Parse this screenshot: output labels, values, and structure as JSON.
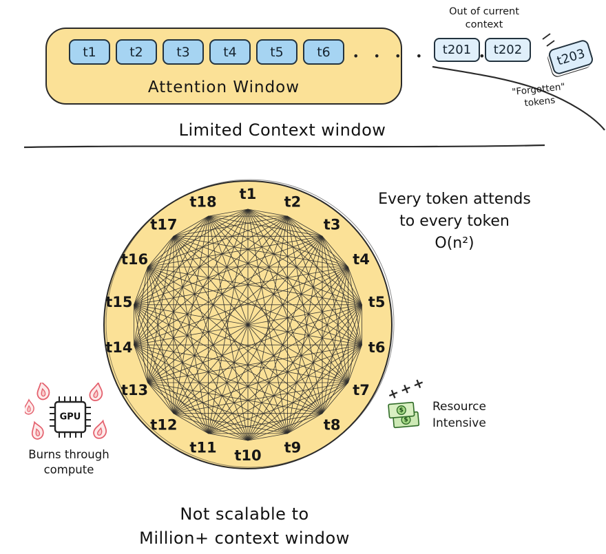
{
  "top": {
    "window_label": "Attention Window",
    "tokens": [
      "t1",
      "t2",
      "t3",
      "t4",
      "t5",
      "t6"
    ],
    "dots": "• • • • • • •",
    "out_of_context_label": "Out of current\ncontext",
    "out_tokens": [
      "t201",
      "t202"
    ],
    "forgotten_token": "t203",
    "forgotten_label": "\"Forgotten\"\ntokens",
    "caption": "Limited Context window"
  },
  "graph": {
    "tokens": [
      "t1",
      "t2",
      "t3",
      "t4",
      "t5",
      "t6",
      "t7",
      "t8",
      "t9",
      "t10",
      "t11",
      "t12",
      "t13",
      "t14",
      "t15",
      "t16",
      "t17",
      "t18"
    ],
    "note": "Every token attends\nto every token\nO(n²)"
  },
  "annotations": {
    "gpu_chip_text": "GPU",
    "burns_label": "Burns through\ncompute",
    "plus_marks": "+++",
    "dollar": "$",
    "resource_label": "Resource\nIntensive",
    "bottom_caption": "Not scalable to\nMillion+ context window"
  },
  "colors": {
    "window_yellow": "#FBE197",
    "token_blue": "#A6D4F2",
    "out_token_blue": "#E0EFFA",
    "ink": "#2a2a2a",
    "flame_red": "#e4606d",
    "money_green": "#cde9b5"
  }
}
